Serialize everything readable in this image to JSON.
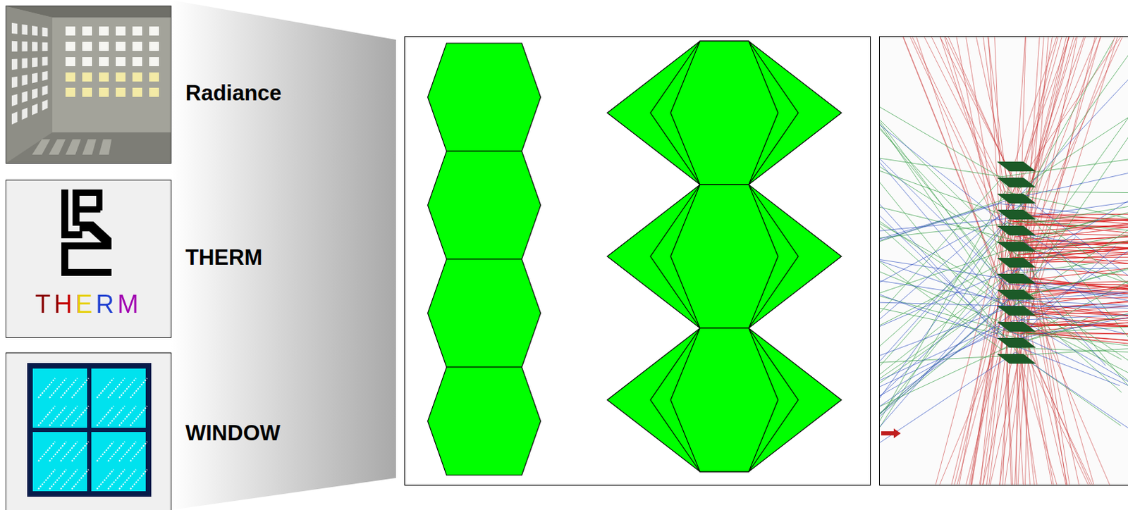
{
  "diagram": {
    "labels": [
      "Radiance",
      "THERM",
      "THERM",
      "WINDOW"
    ]
  }
}
